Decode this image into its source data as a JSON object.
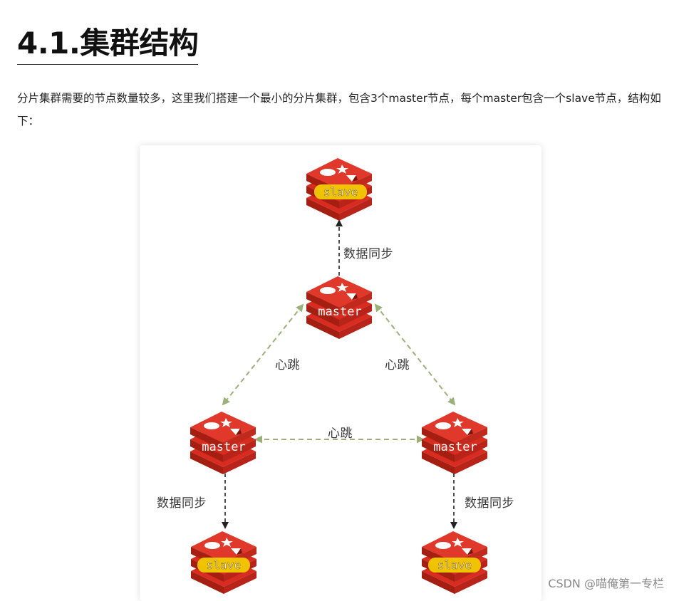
{
  "heading": "4.1.集群结构",
  "paragraph": "分片集群需要的节点数量较多，这里我们搭建一个最小的分片集群，包含3个master节点，每个master包含一个slave节点，结构如下：",
  "diagram": {
    "nodes": {
      "top_slave": "slave",
      "top_master": "master",
      "left_master": "master",
      "right_master": "master",
      "left_slave": "slave",
      "right_slave": "slave"
    },
    "edges": {
      "sync_top": "数据同步",
      "sync_left": "数据同步",
      "sync_right": "数据同步",
      "heartbeat_left": "心跳",
      "heartbeat_right": "心跳",
      "heartbeat_bottom": "心跳"
    },
    "colors": {
      "redis_red": "#D82C20",
      "redis_dark": "#A41E11",
      "label_yellow": "#F5D400",
      "heartbeat_green": "#9CB07A",
      "sync_black": "#222222"
    },
    "icon": "redis-logo-icon"
  },
  "watermark": "CSDN @喵俺第一专栏"
}
